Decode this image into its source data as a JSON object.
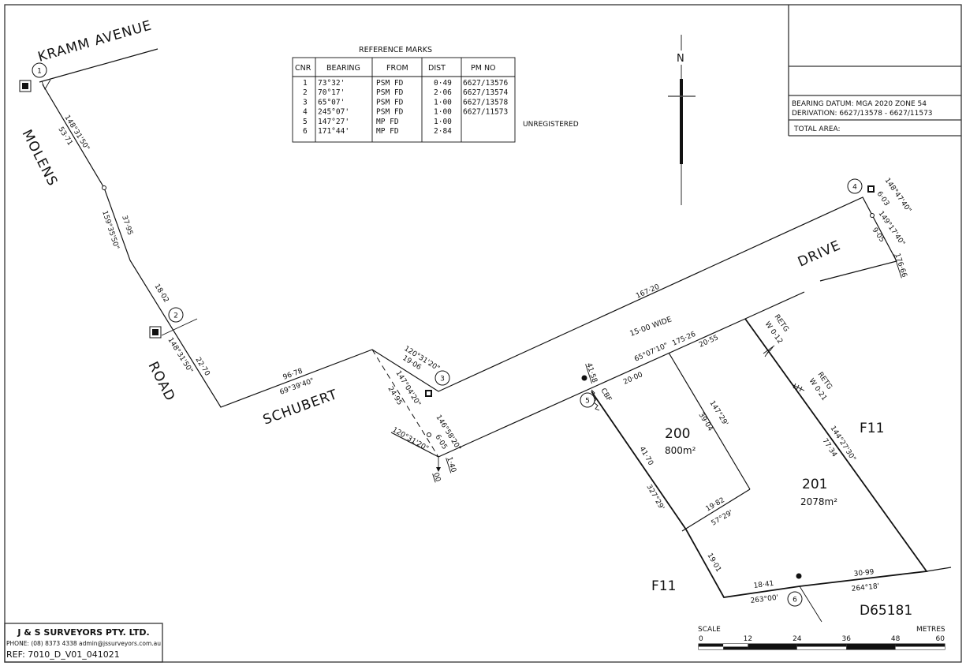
{
  "reference_marks": {
    "title": "REFERENCE MARKS",
    "headers": [
      "CNR",
      "BEARING",
      "FROM",
      "DIST",
      "PM NO"
    ],
    "rows": [
      {
        "cnr": "1",
        "bearing": "73°32'",
        "from": "PSM FD",
        "dist": "0·49",
        "pm_no": "6627/13576"
      },
      {
        "cnr": "2",
        "bearing": "70°17'",
        "from": "PSM FD",
        "dist": "2·06",
        "pm_no": "6627/13574"
      },
      {
        "cnr": "3",
        "bearing": "65°07'",
        "from": "PSM FD",
        "dist": "1·00",
        "pm_no": "6627/13578"
      },
      {
        "cnr": "4",
        "bearing": "245°07'",
        "from": "PSM FD",
        "dist": "1·00",
        "pm_no": "6627/11573"
      },
      {
        "cnr": "5",
        "bearing": "147°27'",
        "from": "MP FD",
        "dist": "1·00",
        "pm_no": ""
      },
      {
        "cnr": "6",
        "bearing": "171°44'",
        "from": "MP FD",
        "dist": "2·84",
        "pm_no": ""
      }
    ],
    "note": "UNREGISTERED"
  },
  "title_block": {
    "bearing_datum": "BEARING DATUM: MGA 2020   ZONE 54",
    "derivation": "DERIVATION: 6627/13578 - 6627/11573",
    "total_area": "TOTAL AREA:"
  },
  "north_arrow": {
    "label": "N"
  },
  "roads": {
    "kramm": "KRAMM AVENUE",
    "molens": "MOLENS",
    "road": "ROAD",
    "schubert": "SCHUBERT",
    "drive": "DRIVE",
    "width_note": "15·00 WIDE"
  },
  "corners": [
    "1",
    "2",
    "3",
    "4",
    "5",
    "6"
  ],
  "dimensions": {
    "d1_bearing": "148°31'50\"",
    "d1_dist": "53·71",
    "d2_bearing": "159°35'50\"",
    "d2_dist": "37·95",
    "d3_dist": "18·02",
    "d4_bearing": "148°31'50\"",
    "d4_dist": "22·70",
    "schubert_dist": "96·78",
    "schubert_bearing": "69°39'40\"",
    "c3_bearing": "120°31'20\"",
    "c3_dist": "19·06",
    "diag_bearing": "147°04'20\"",
    "diag_dist": "24·95",
    "lower_bearing": "120°31'20\"",
    "short_bearing": "146°58'20\"",
    "short_dist": "6·05",
    "offset_140": "1·40",
    "offset_00": "00",
    "drive_north_dist": "167·20",
    "drive_south_bearing": "65°07'10\"",
    "drive_south_dist": "175·26",
    "lot200_front": "20·00",
    "lot201_front": "20·55",
    "c5_dist": "41·58",
    "cbf": "CBF",
    "c4_bearing1": "148°47'40\"",
    "c4_dist1": "6·03",
    "c4_bearing2": "149°17'40\"",
    "c4_dist2": "9·05",
    "c4_total": "176·66",
    "retg1_label": "RETG",
    "retg1_w": "W 0·12",
    "retg2_label": "RETG",
    "retg2_w": "W 0·21",
    "east_bearing": "144°27'30\"",
    "east_dist": "77·34",
    "lot200_side_bearing": "147°29'",
    "lot200_side_dist": "39·04",
    "west_dist": "41·70",
    "west_bearing": "327°29'",
    "lot200_rear_dist": "19·82",
    "lot200_rear_bearing": "57°29'",
    "west_lower_dist": "19·01",
    "south1_dist": "18·41",
    "south1_bearing": "263°00'",
    "south2_dist": "30·99",
    "south2_bearing": "264°18'"
  },
  "lots": [
    {
      "number": "200",
      "area": "800m²"
    },
    {
      "number": "201",
      "area": "2078m²"
    }
  ],
  "adjoining": {
    "f11_east": "F11",
    "f11_west": "F11",
    "deposited_plan": "D65181"
  },
  "scale_bar": {
    "label": "SCALE",
    "unit": "METRES",
    "ticks": [
      "0",
      "12",
      "24",
      "36",
      "48",
      "60"
    ]
  },
  "company": {
    "name": "J & S SURVEYORS PTY. LTD.",
    "contact": "PHONE: (08) 8373 4338  admin@jssurveyors.com.au",
    "ref": "REF: 7010_D_V01_041021"
  }
}
